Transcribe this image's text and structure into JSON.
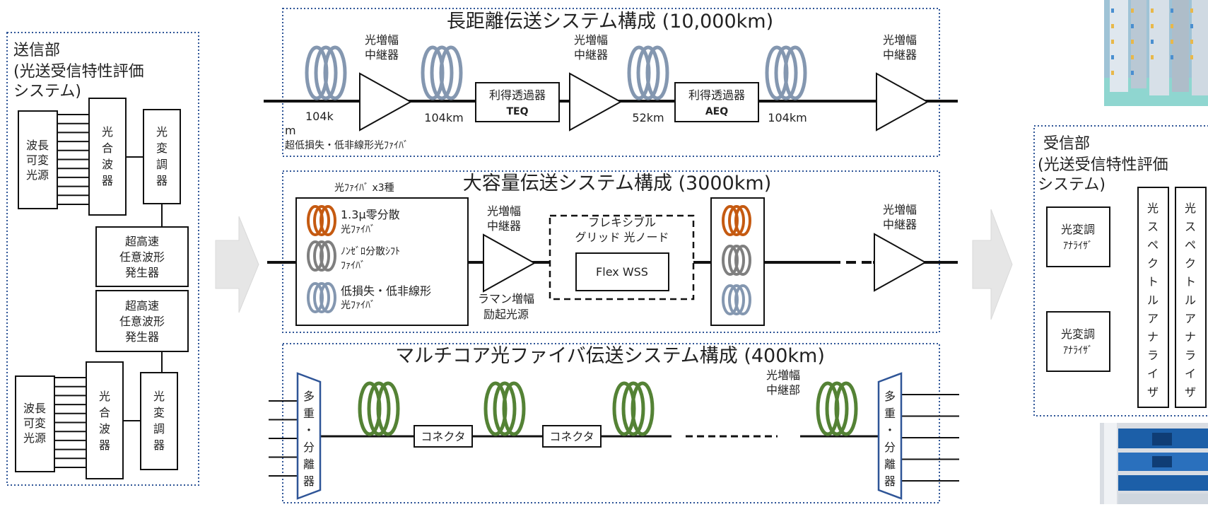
{
  "colors": {
    "panel_border": "#2f5597",
    "fiber_gray_blue": "#8497b0",
    "fiber_orange": "#c55a11",
    "fiber_gray": "#7f7f7f",
    "fiber_green": "#548235",
    "mux_border": "#2f5597",
    "arrow_fill": "#e6e6e6",
    "photo_blue": "#1c5fa8",
    "photo_teal": "#8fd6d0"
  },
  "icons": {
    "fiber_coil": "fiber-coil-icon",
    "amplifier": "amplifier-triangle-icon",
    "flow_arrow": "flow-arrow-icon",
    "equipment_photo": "equipment-rack-photo"
  },
  "transmitter": {
    "title": "送信部",
    "subtitle_line1": "(光送受信特性評価",
    "subtitle_line2": "システム)",
    "tunable_source": [
      "波長",
      "可変",
      "光源"
    ],
    "combiner": [
      "光",
      "合",
      "波",
      "器"
    ],
    "modulator": [
      "光",
      "変",
      "調",
      "器"
    ],
    "awg": [
      "超高速",
      "任意波形",
      "発生器"
    ]
  },
  "long_haul": {
    "title": "長距離伝送システム構成 (10,000km)",
    "amp_label": [
      "光増幅",
      "中継器"
    ],
    "spans": [
      "104k",
      "m",
      "104km",
      "52km",
      "104km"
    ],
    "teq": [
      "利得透過器",
      "TEQ"
    ],
    "aeq": [
      "利得透過器",
      "AEQ"
    ],
    "fiber_note": "超低損失・低非線形光ﾌｧｲﾊﾞ"
  },
  "high_capacity": {
    "title": "大容量伝送システム構成 (3000km)",
    "fiber_types_title": "光ﾌｧｲﾊﾞ x3種",
    "fiber1": [
      "1.3μ零分散",
      "光ﾌｧｲﾊﾞ"
    ],
    "fiber2": [
      "ﾉﾝｾﾞﾛ分散ｼﾌﾄ",
      "ﾌｧｲﾊﾞ"
    ],
    "fiber3": [
      "低損失・低非線形",
      "光ﾌｧｲﾊﾞ"
    ],
    "amp_label": [
      "光増幅",
      "中継器"
    ],
    "raman": [
      "ラマン増幅",
      "励起光源"
    ],
    "node": [
      "フレキシブル",
      "グリッド 光ノード"
    ],
    "wss": "Flex WSS"
  },
  "multicore": {
    "title": "マルチコア光ファイバ伝送システム構成 (400km)",
    "mux": [
      "多",
      "重",
      "・",
      "分",
      "離",
      "器"
    ],
    "connector": "コネクタ",
    "amp_label": [
      "光増幅",
      "中継部"
    ]
  },
  "receiver": {
    "title": "受信部",
    "subtitle_line1": "(光送受信特性評価",
    "subtitle_line2": "システム)",
    "analyzer": [
      "光変調",
      "ｱﾅﾗｲｻﾞ"
    ],
    "osa": [
      "光",
      "ス",
      "ペ",
      "ク",
      "ト",
      "ル",
      "ア",
      "ナ",
      "ラ",
      "イ",
      "ザ"
    ]
  }
}
